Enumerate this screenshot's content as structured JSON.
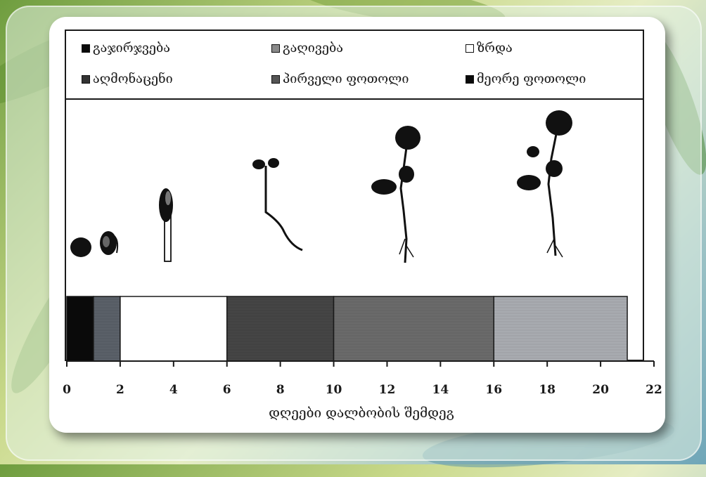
{
  "legend": [
    {
      "label": "გაჯირჯვება",
      "color": "#0a0a0a"
    },
    {
      "label": "გაღივება",
      "color": "#777777"
    },
    {
      "label": "ზრდა",
      "color": "#ffffff"
    },
    {
      "label": "აღმონაცენი",
      "color": "#333333"
    },
    {
      "label": "პირველი ფოთოლი",
      "color": "#555555"
    },
    {
      "label": "მეორე ფოთოლი",
      "color": "#0a0a0a"
    }
  ],
  "chart_data": {
    "type": "bar",
    "orientation": "horizontal-stacked",
    "xlabel": "დღეები დალბობის შემდეგ",
    "xlim": [
      0,
      22
    ],
    "xticks": [
      0,
      2,
      4,
      6,
      8,
      10,
      12,
      14,
      16,
      18,
      20,
      22
    ],
    "segments": [
      {
        "stage": "გაჯირჯვება",
        "start": 0,
        "end": 1,
        "color": "#0a0a0a"
      },
      {
        "stage": "გაღივება",
        "start": 1,
        "end": 2,
        "color": "#5a6068"
      },
      {
        "stage": "ზრდა",
        "start": 2,
        "end": 6,
        "color": "#ffffff"
      },
      {
        "stage": "აღმონაცენი",
        "start": 6,
        "end": 10,
        "color": "#454545"
      },
      {
        "stage": "პირველი ფოთოლი",
        "start": 10,
        "end": 16,
        "color": "#6a6a6a"
      },
      {
        "stage": "მეორე ფოთოლი",
        "start": 16,
        "end": 21,
        "color": "#a8abb0"
      }
    ]
  }
}
